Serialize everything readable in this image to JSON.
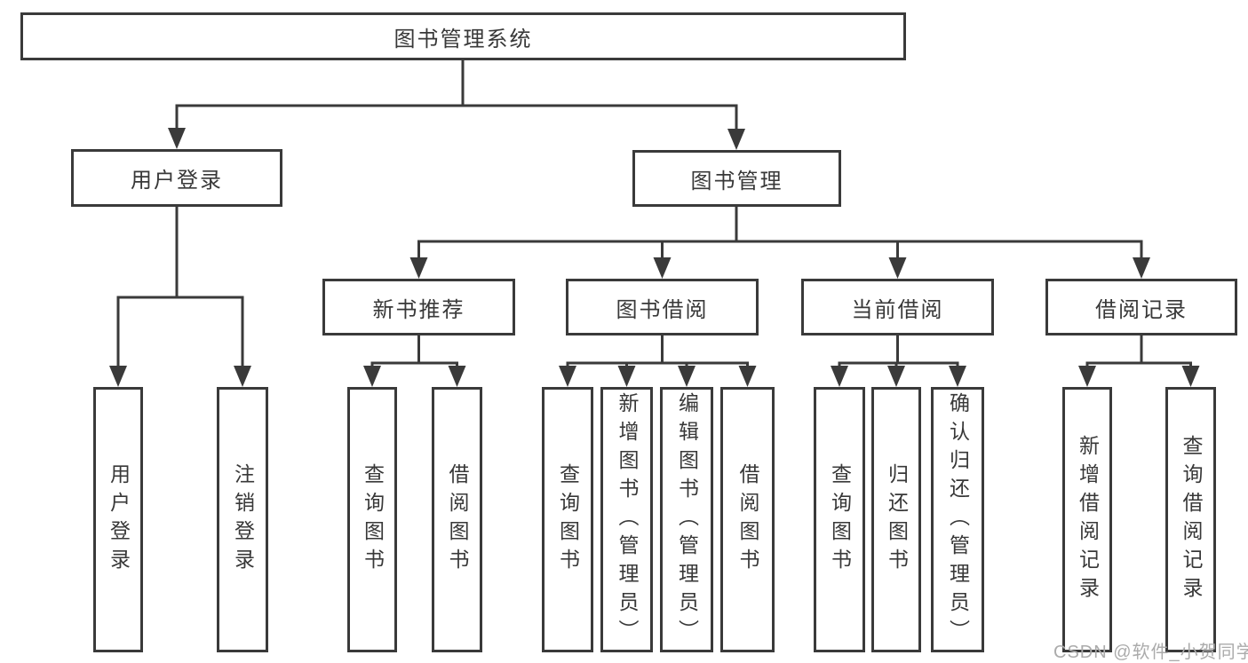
{
  "diagram_title": "图书管理系统",
  "root": {
    "label": "图书管理系统"
  },
  "level1": [
    {
      "label": "用户登录"
    },
    {
      "label": "图书管理"
    }
  ],
  "level2": [
    {
      "label": "新书推荐"
    },
    {
      "label": "图书借阅"
    },
    {
      "label": "当前借阅"
    },
    {
      "label": "借阅记录"
    }
  ],
  "leaves": {
    "user_login": [
      "用户登录",
      "注销登录"
    ],
    "new_books": [
      "查询图书",
      "借阅图书"
    ],
    "book_borrow": [
      "查询图书",
      "新增图书（管理员）",
      "编辑图书（管理员）",
      "借阅图书"
    ],
    "current_borrow": [
      "查询图书",
      "归还图书",
      "确认归还（管理员）"
    ],
    "borrow_records": [
      "新增借阅记录",
      "查询借阅记录"
    ]
  },
  "watermark": "CSDN @软件_小贺同学",
  "colors": {
    "line": "#3a3a3a",
    "box_border": "#3a3a3a",
    "text": "#383838",
    "watermark": "#ababab",
    "background": "#ffffff"
  }
}
